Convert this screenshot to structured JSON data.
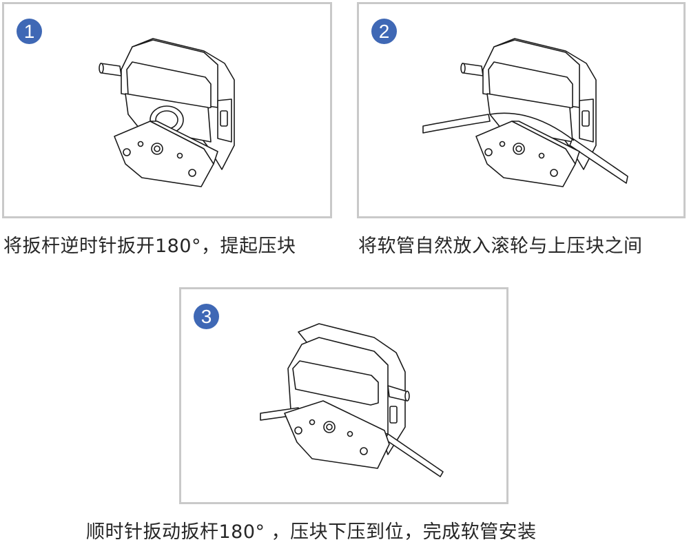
{
  "theme": {
    "badge_color": "#3f68b5",
    "panel_border": "#c9c9c9",
    "line_color": "#1a1a1a",
    "caption_color": "#262626"
  },
  "steps": [
    {
      "number": "1",
      "icon": "peristaltic-pump-head-open-icon",
      "caption": "将扳杆逆时针扳开180°，提起压块"
    },
    {
      "number": "2",
      "icon": "peristaltic-pump-head-tube-inserted-icon",
      "caption": "将软管自然放入滚轮与上压块之间"
    },
    {
      "number": "3",
      "icon": "peristaltic-pump-head-closed-icon",
      "caption": "顺时针扳动扳杆180° ，压块下压到位，完成软管安装"
    }
  ]
}
